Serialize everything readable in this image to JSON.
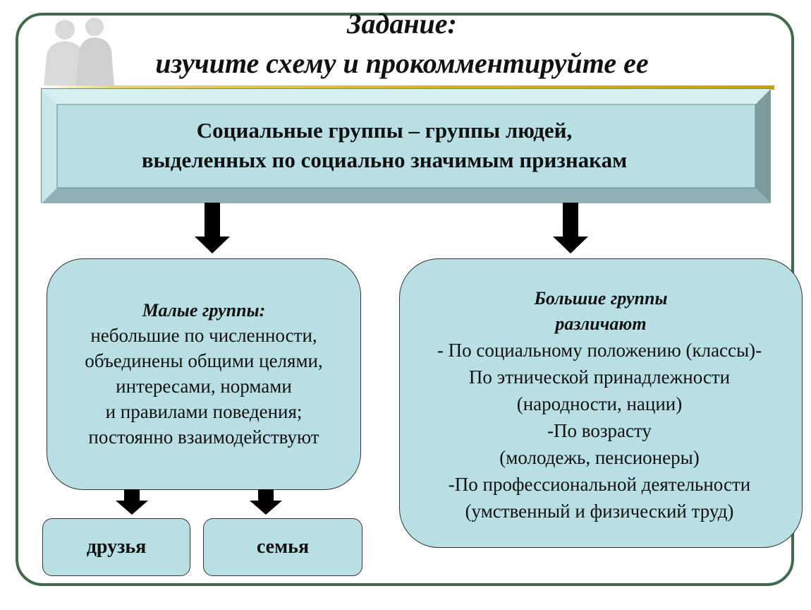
{
  "heading": {
    "line1": "Задание:",
    "line2": "изучите схему и прокомментируйте ее"
  },
  "definition": {
    "line1": "Социальные группы – группы людей,",
    "line2": "выделенных по социально значимым признакам"
  },
  "small_groups": {
    "title": "Малые группы:",
    "lines": [
      "небольшие по численности,",
      "объединены общими целями,",
      "интересами, нормами",
      "и правилами поведения;",
      "постоянно взаимодействуют"
    ]
  },
  "large_groups": {
    "title_line1": "Большие группы",
    "title_line2": "различают",
    "lines": [
      "- По социальному положению (классы)-",
      "По этнической принадлежности",
      "(народности, нации)",
      "-По возрасту",
      "(молодежь, пенсионеры)",
      "-По профессиональной деятельности",
      "(умственный и физический труд)"
    ]
  },
  "examples": {
    "friends": "друзья",
    "family": "семья"
  },
  "colors": {
    "box_fill": "#b8dfe3",
    "frame": "#3f6b4c",
    "accent_line": "#d8b91b"
  }
}
